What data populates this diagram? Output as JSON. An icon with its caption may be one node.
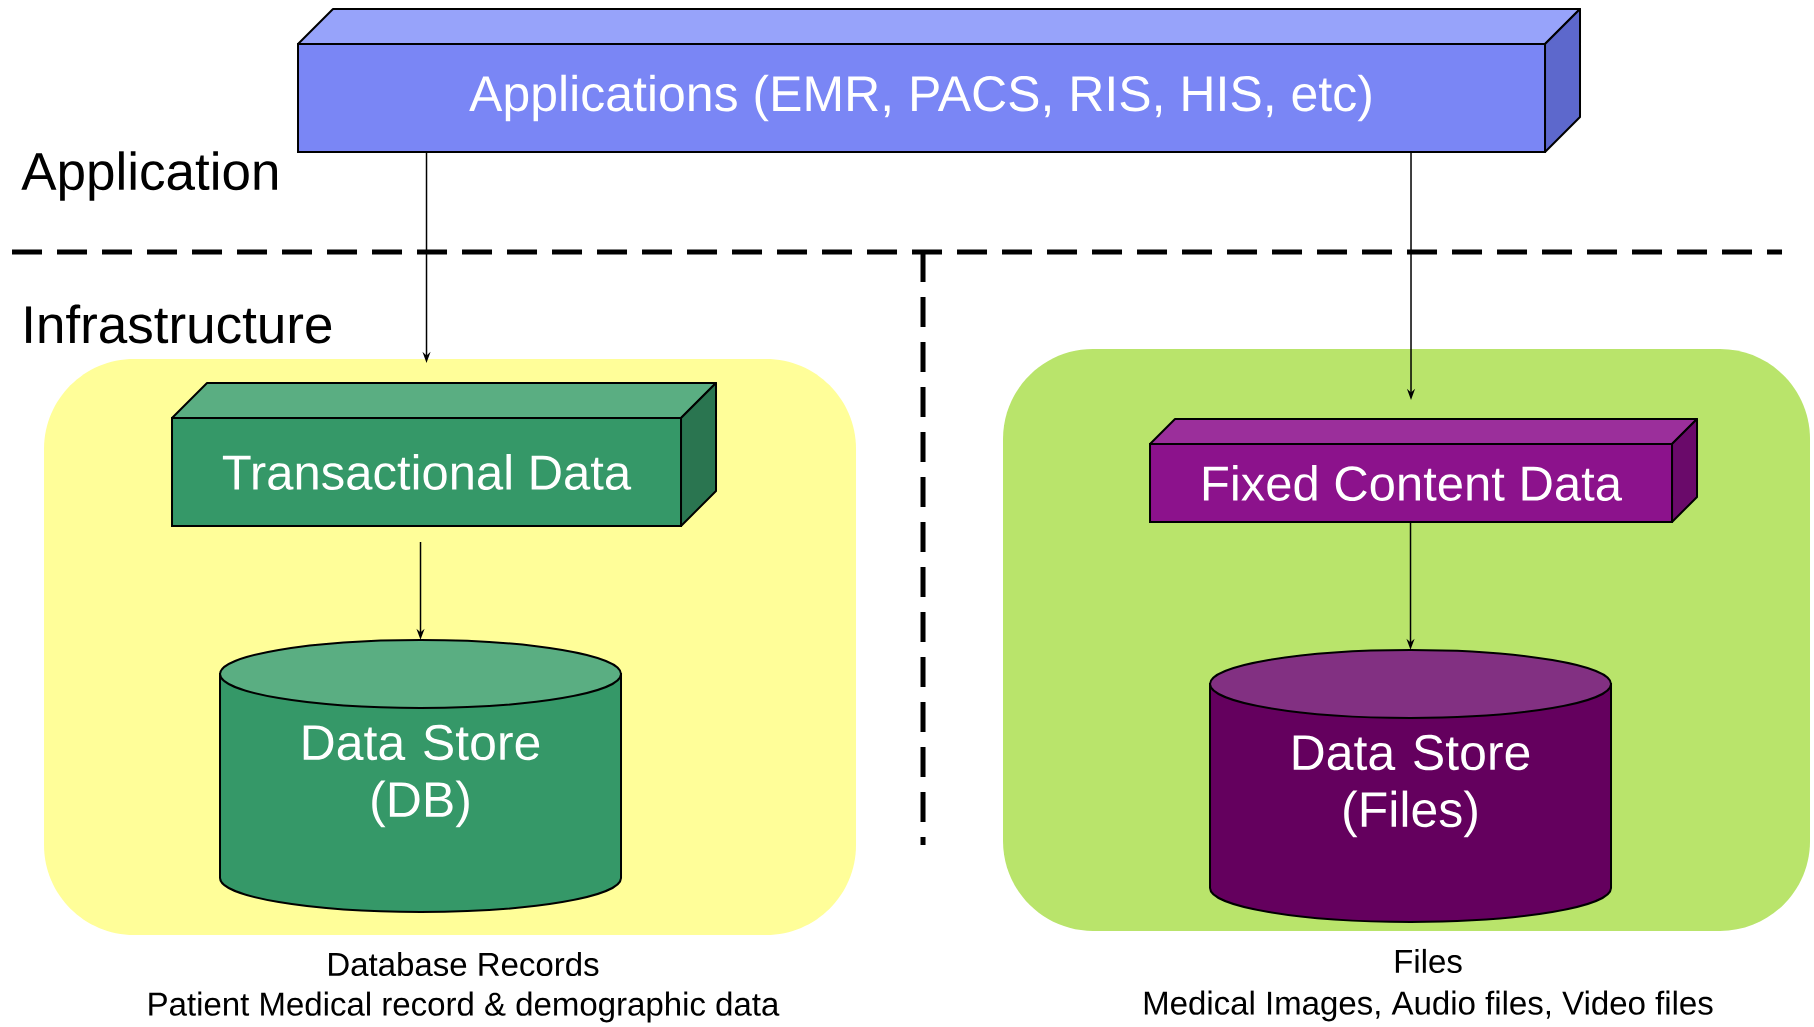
{
  "diagram": {
    "nodes": [
      {
        "text": [
          "Applications (EMR, PACS, RIS, HIS, etc)"
        ]
      },
      {
        "text": [],
        "shape": "box"
      },
      {
        "text": [
          "Transactional Data"
        ],
        "in": 1
      },
      {
        "text": [
          "Data Store (DB)"
        ],
        "in": 1,
        "beside": [
          "Database Records",
          "Patient Medical record & demographic data"
        ]
      },
      {
        "text": [],
        "shape": "box"
      },
      {
        "text": [
          "Fixed Content Data"
        ],
        "in": 4
      },
      {
        "text": [
          "Data Store (Files)"
        ],
        "in": 4,
        "beside": [
          "Files",
          "Medical Images, Audio files, Video files"
        ]
      }
    ],
    "edges": [
      {
        "from": 0,
        "to": 2,
        "arrow": "to"
      },
      {
        "from": 0,
        "to": 5,
        "arrow": "to"
      },
      {
        "from": 2,
        "to": 3,
        "arrow": "to"
      },
      {
        "from": 5,
        "to": 6,
        "arrow": "to"
      }
    ],
    "labels": [
      "Application",
      "Infrastructure"
    ]
  }
}
